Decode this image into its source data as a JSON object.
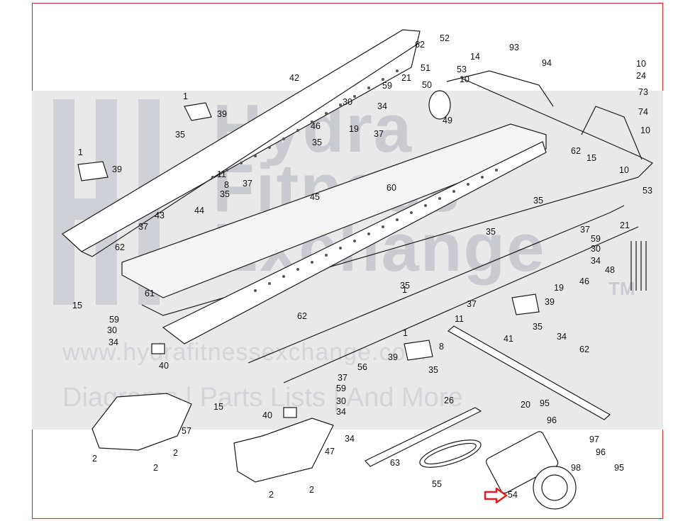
{
  "watermark": {
    "lines": [
      "Hydra",
      "Fitness",
      "Exchange"
    ],
    "tm": "TM",
    "url": "www.hydrafitnessexchange.com",
    "tagline": "Diagrams | Parts Lists | And More"
  },
  "highlight": {
    "part": "54",
    "color": "#e02020"
  },
  "colors": {
    "frame": "#d62b2b",
    "band": "#e9e9ea"
  },
  "labels": [
    "52",
    "62",
    "93",
    "14",
    "51",
    "53",
    "94",
    "10",
    "24",
    "50",
    "10",
    "73",
    "21",
    "42",
    "59",
    "1",
    "39",
    "30",
    "34",
    "46",
    "19",
    "74",
    "49",
    "37",
    "10",
    "35",
    "35",
    "62",
    "15",
    "1",
    "39",
    "10",
    "11",
    "8",
    "37",
    "53",
    "35",
    "45",
    "60",
    "35",
    "21",
    "43",
    "44",
    "37",
    "35",
    "37",
    "62",
    "59",
    "30",
    "34",
    "48",
    "61",
    "19",
    "46",
    "35",
    "1",
    "39",
    "15",
    "37",
    "62",
    "11",
    "59",
    "30",
    "34",
    "35",
    "1",
    "40",
    "8",
    "41",
    "34",
    "62",
    "39",
    "35",
    "56",
    "37",
    "59",
    "30",
    "34",
    "15",
    "26",
    "40",
    "20",
    "95",
    "96",
    "57",
    "47",
    "34",
    "97",
    "96",
    "2",
    "2",
    "2",
    "63",
    "55",
    "98",
    "95",
    "2",
    "2",
    "54"
  ]
}
